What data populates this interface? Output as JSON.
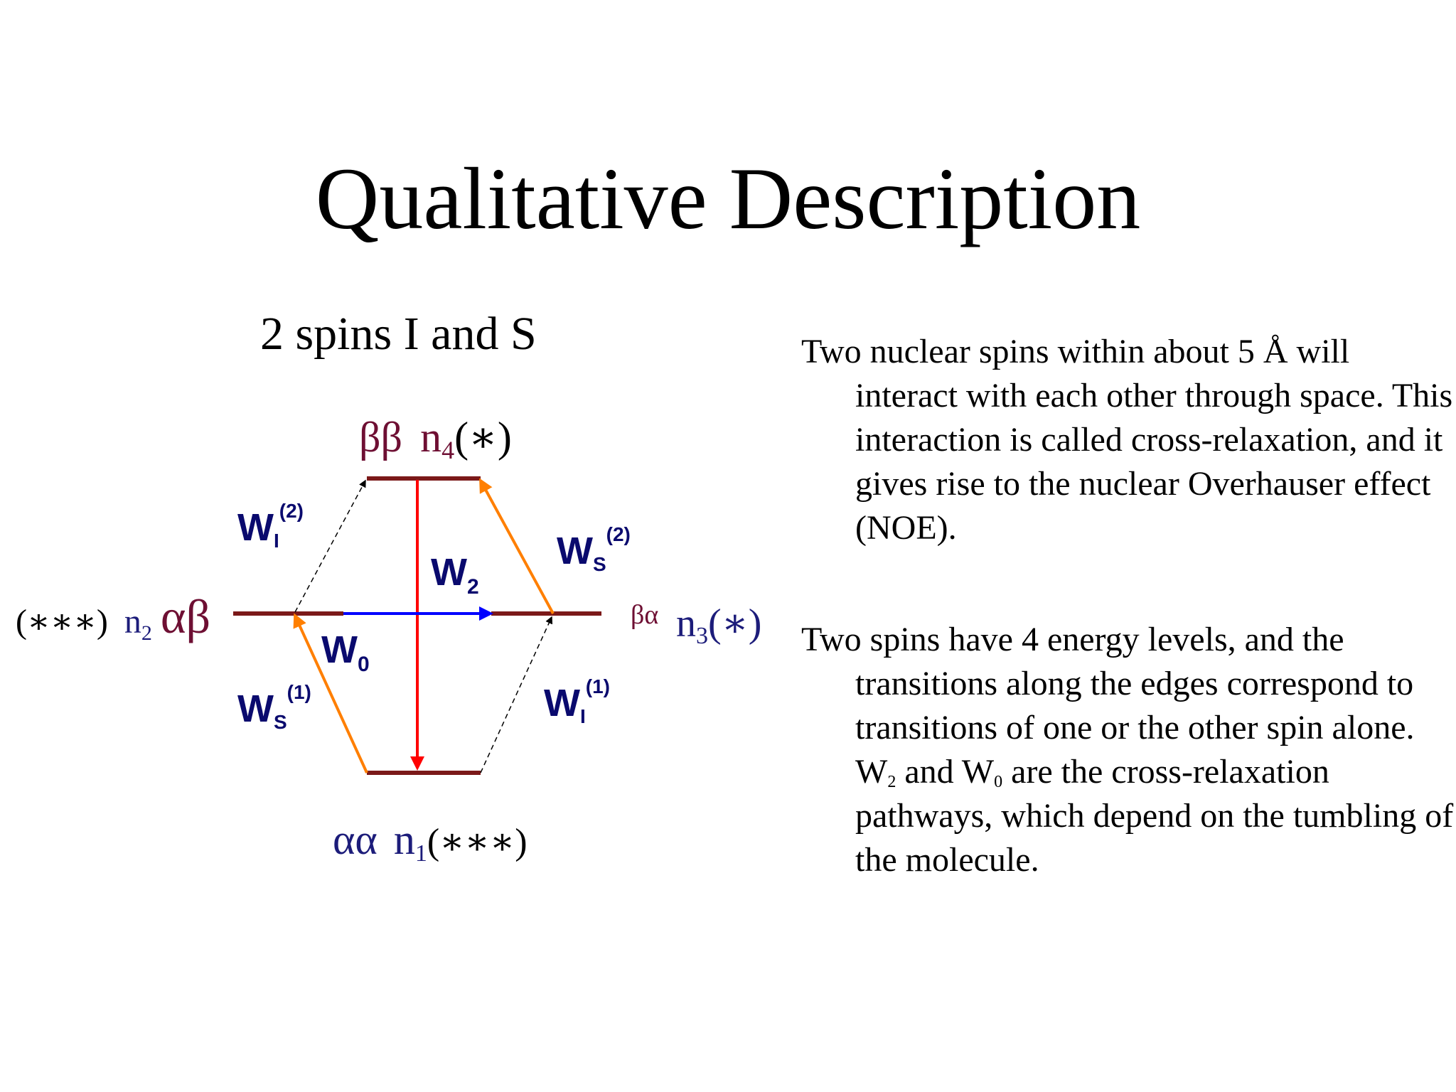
{
  "slide": {
    "title": "Qualitative Description"
  },
  "diagram": {
    "title": "2 spins I and S",
    "levels": {
      "bb": {
        "state": "ββ",
        "n_base": "n",
        "n_sub": "4",
        "pop": "(∗)"
      },
      "ab": {
        "state": "αβ",
        "n_base": "n",
        "n_sub": "2",
        "pop": "(∗∗∗)"
      },
      "ba": {
        "state": "βα",
        "n_base": "n",
        "n_sub": "3",
        "pop": "(∗)"
      },
      "aa": {
        "state": "αα",
        "n_base": "n",
        "n_sub": "1",
        "pop": "(∗∗∗)"
      }
    },
    "transitions": {
      "wi2": {
        "base": "W",
        "sub": "I",
        "sup": "(2)"
      },
      "ws2": {
        "base": "W",
        "sub": "S",
        "sup": "(2)"
      },
      "w2": {
        "base": "W",
        "sub": "2"
      },
      "w0": {
        "base": "W",
        "sub": "0"
      },
      "ws1": {
        "base": "W",
        "sub": "S",
        "sup": "(1)"
      },
      "wi1": {
        "base": "W",
        "sub": "I",
        "sup": "(1)"
      }
    },
    "colors": {
      "level": "#7B1919",
      "w2_arrow": "#FF0000",
      "w0_arrow": "#0000FF",
      "ws_arrow": "#FF7F00",
      "wi_arrow": "#000000",
      "transition_label": "#0A0A6E",
      "state_maroon": "#6E0F33",
      "state_navy": "#1C1C7A"
    }
  },
  "text": {
    "p1": "Two nuclear spins within about 5 Å will interact with each other through space.  This interaction is called cross-relaxation, and it gives rise to the nuclear Overhauser effect (NOE).",
    "p2_a": "Two spins have 4 energy levels, and the transitions along the edges correspond to transitions of one or the other spin alone.  W",
    "p2_sub1": "2",
    "p2_b": " and W",
    "p2_sub2": "0",
    "p2_c": " are the cross-relaxation pathways, which depend on the tumbling of the molecule."
  }
}
